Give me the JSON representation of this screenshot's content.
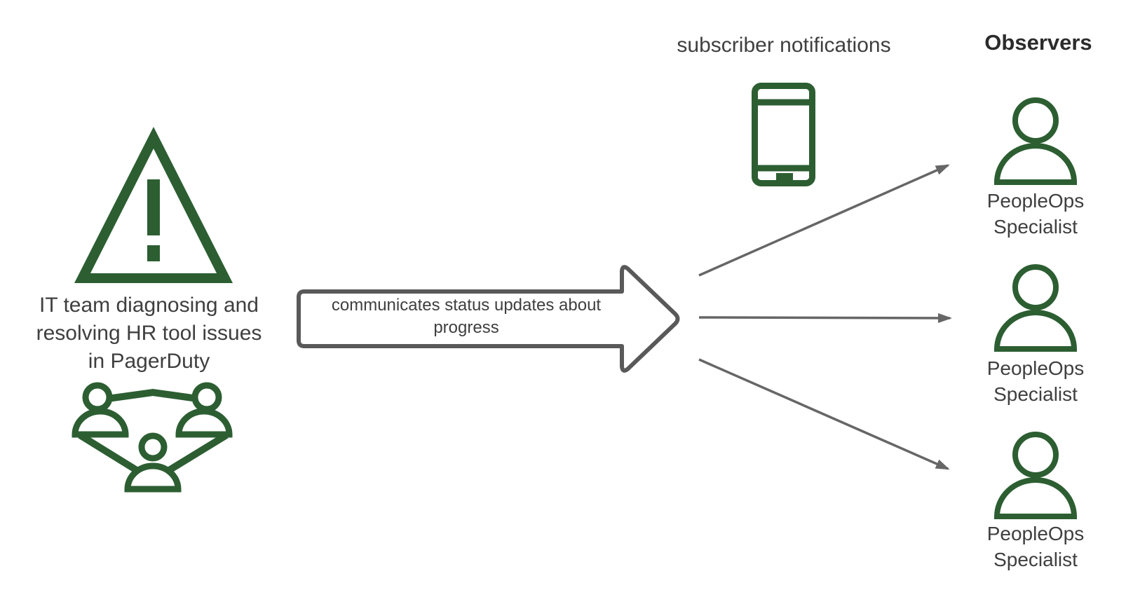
{
  "source": {
    "label_lines": [
      "IT team diagnosing and",
      "resolving HR tool issues",
      "in PagerDuty"
    ],
    "icons": [
      "warning-triangle-icon",
      "team-network-icon"
    ]
  },
  "flow_arrow": {
    "label_lines": [
      "communicates status updates about",
      "progress"
    ]
  },
  "notifications": {
    "label": "subscriber notifications",
    "icon": "mobile-phone-icon"
  },
  "observers": {
    "heading": "Observers",
    "items": [
      {
        "role_lines": [
          "PeopleOps",
          "Specialist"
        ],
        "icon": "person-icon"
      },
      {
        "role_lines": [
          "PeopleOps",
          "Specialist"
        ],
        "icon": "person-icon"
      },
      {
        "role_lines": [
          "PeopleOps",
          "Specialist"
        ],
        "icon": "person-icon"
      }
    ]
  },
  "colors": {
    "icon_green": "#2C5E32",
    "flow_arrow_stroke": "#595959",
    "connector_gray": "#666666",
    "text_color": "#3F3F3F",
    "heading_color": "#2B2B2B"
  }
}
